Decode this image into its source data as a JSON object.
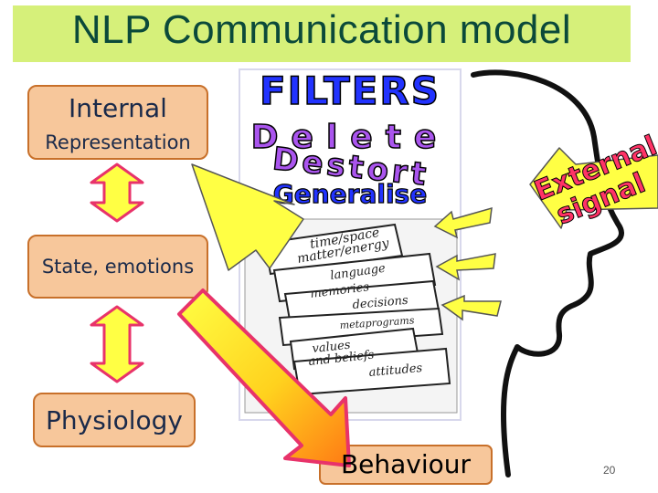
{
  "title": "NLP Communication model",
  "boxes": {
    "internal_line1": "Internal",
    "internal_line2": "Representation",
    "state": "State, emotions",
    "physiology": "Physiology",
    "behaviour": "Behaviour"
  },
  "filters": {
    "heading": "FILTERS",
    "delete": "Delete",
    "destort": "Destort",
    "generalise": "Generalise"
  },
  "cards": [
    "time/space",
    "matter/energy",
    "language",
    "memories",
    "decisions",
    "metaprograms",
    "values",
    "and beliefs",
    "attitudes"
  ],
  "external_signal": {
    "line1": "External",
    "line2": "signal"
  },
  "page_number": "20",
  "colors": {
    "box_fill": "#f7c79b",
    "box_border": "#c8702a",
    "title_band": "#d6f07a",
    "arrow_yellow": "#ffff33",
    "arrow_orange": "#ff8c1a",
    "accent_pink": "#e8336a"
  }
}
